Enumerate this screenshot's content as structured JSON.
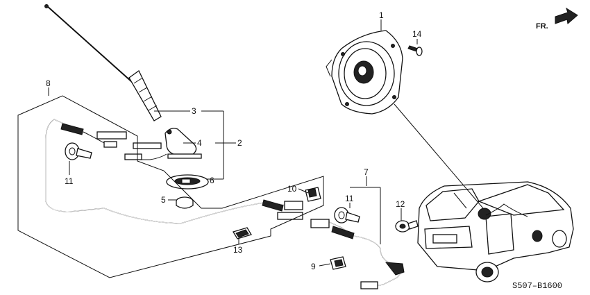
{
  "diagram": {
    "code": "S507–B1600",
    "direction_label": "FR.",
    "callouts": {
      "p1": "1",
      "p2": "2",
      "p3": "3",
      "p4": "4",
      "p5": "5",
      "p6": "6",
      "p7": "7",
      "p8": "8",
      "p9": "9",
      "p10": "10",
      "p11a": "11",
      "p11b": "11",
      "p12": "12",
      "p13": "13",
      "p14": "14"
    }
  }
}
